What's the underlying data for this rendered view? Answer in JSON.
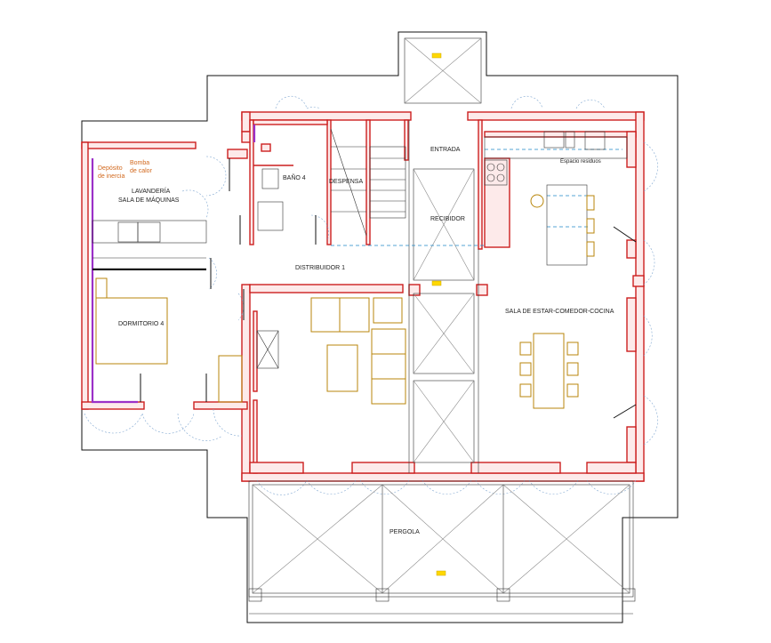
{
  "rooms": {
    "entrada": "ENTRADA",
    "bano": "BAÑO 4",
    "despensa": "DESPENSA",
    "lavanderia_line1": "LAVANDERÍA",
    "lavanderia_line2": "SALA DE MÁQUINAS",
    "recibidor": "RECIBIDOR",
    "distribuidor": "DISTRIBUIDOR 1",
    "dormitorio": "DORMITORIO 4",
    "sala": "SALA DE ESTAR-COMEDOR-COCINA",
    "pergola": "PERGOLA"
  },
  "equipment": {
    "deposito_line1": "Depósito",
    "deposito_line2": "de inercia",
    "bomba_line1": "Bomba",
    "bomba_line2": "de calor",
    "espacio_residuos": "Espacio residuos"
  },
  "colors": {
    "wall": "#cc1f1f",
    "furniture": "#b8860b",
    "installation": "#9b30c8",
    "hidden_line": "#1e88c8",
    "door_swing": "#7fa6d0",
    "tag": "#ffd800"
  }
}
